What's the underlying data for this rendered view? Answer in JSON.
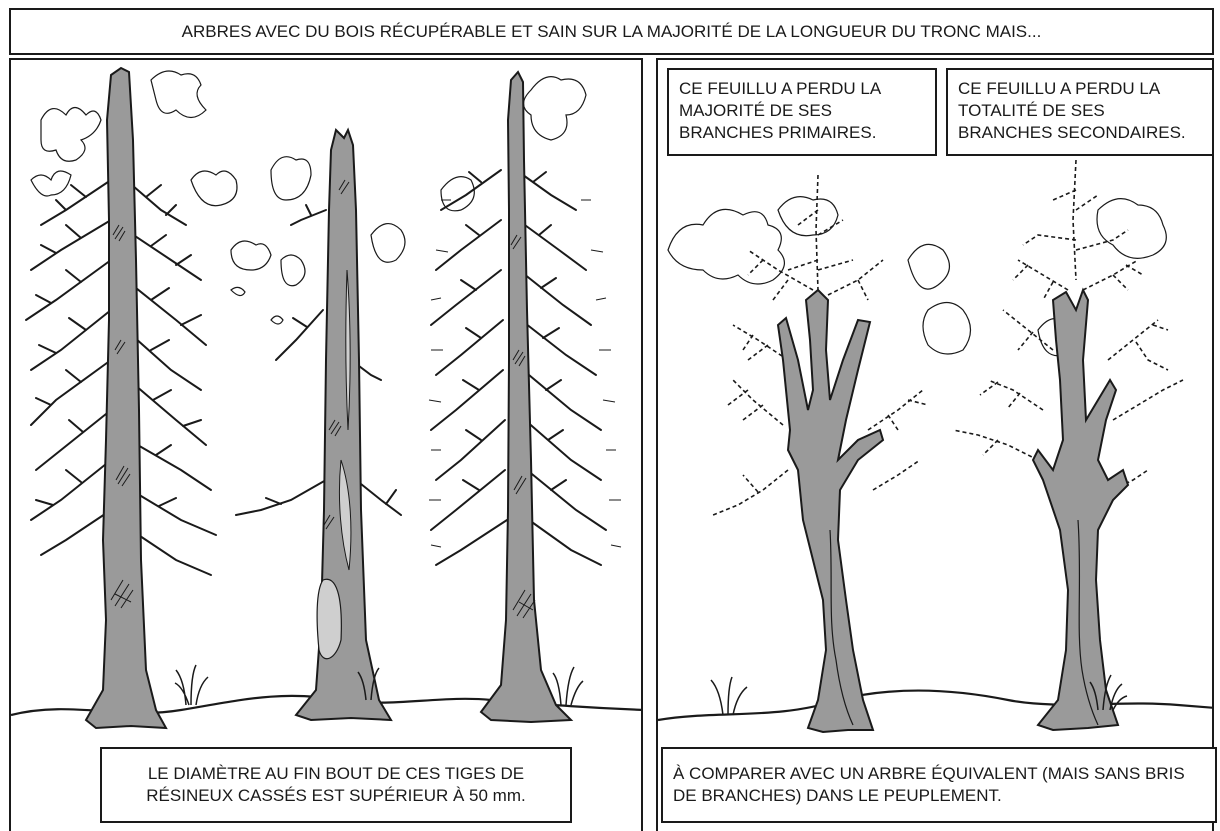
{
  "header": {
    "title": "ARBRES AVEC DU BOIS RÉCUPÉRABLE ET SAIN SUR LA MAJORITÉ DE LA LONGUEUR DU TRONC MAIS..."
  },
  "left_panel": {
    "caption": "LE DIAMÈTRE AU FIN BOUT DE CES TIGES DE RÉSINEUX CASSÉS EST SUPÉRIEUR À 50 mm."
  },
  "right_panel": {
    "caption_primary": "CE FEUILLU A PERDU LA MAJORITÉ DE SES BRANCHES PRIMAIRES.",
    "caption_secondary": "CE FEUILLU A PERDU LA TOTALITÉ DE SES BRANCHES SECONDAIRES.",
    "caption_compare": "À COMPARER AVEC UN ARBRE ÉQUIVALENT (MAIS SANS BRIS DE BRANCHES) DANS LE PEUPLEMENT."
  },
  "colors": {
    "trunk_fill": "#9a9a9a",
    "light_patch": "#cfcfcf",
    "ink": "#1a1a1a"
  }
}
